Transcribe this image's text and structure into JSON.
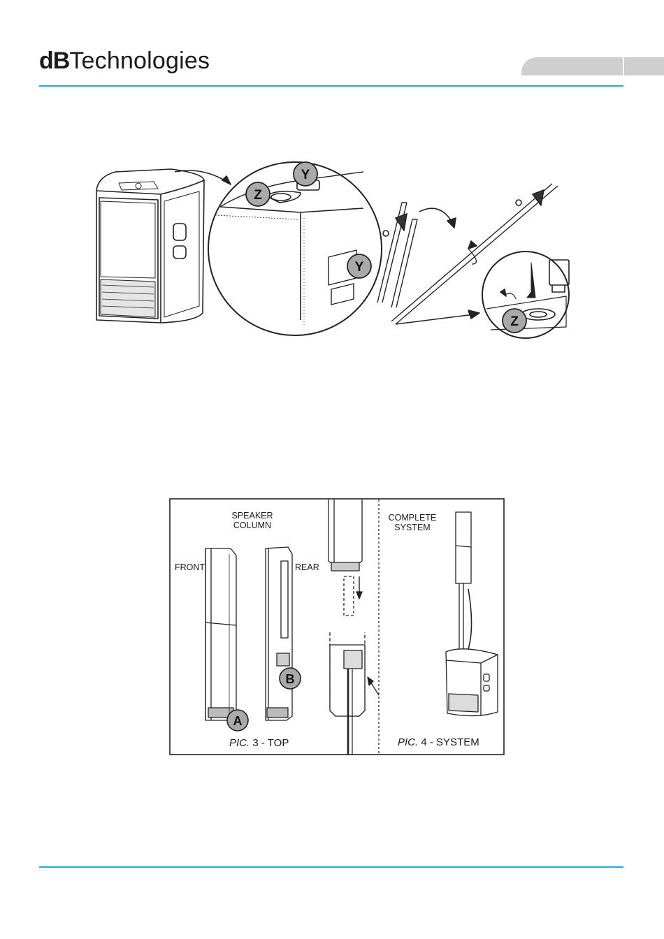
{
  "header": {
    "logo_bold": "dB",
    "logo_regular": "Technologies"
  },
  "figure1": {
    "callouts": [
      "Z",
      "Y",
      "Y",
      "Z"
    ]
  },
  "figure2": {
    "speaker_column_line1": "SPEAKER",
    "speaker_column_line2": "COLUMN",
    "front": "FRONT",
    "rear": "REAR",
    "complete_line1": "COMPLETE",
    "complete_line2": "SYSTEM",
    "callout_a": "A",
    "callout_b": "B",
    "pic3_italic": "PIC.",
    "pic3_rest": " 3 - TOP",
    "pic4_italic": "PIC.",
    "pic4_rest": " 4 - SYSTEM"
  }
}
